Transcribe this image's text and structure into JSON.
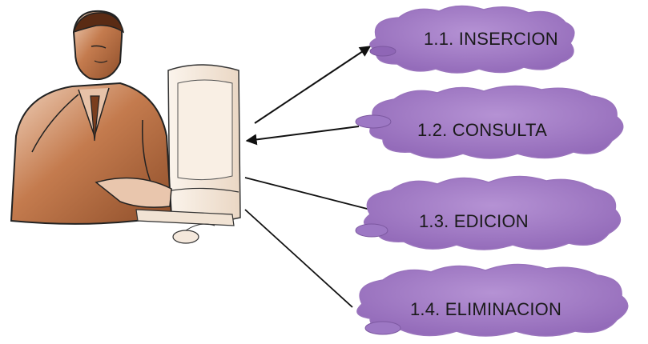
{
  "diagram": {
    "nodes": [
      {
        "id": "n1",
        "label": "1.1. INSERCION"
      },
      {
        "id": "n2",
        "label": "1.2. CONSULTA"
      },
      {
        "id": "n3",
        "label": "1.3. EDICION"
      },
      {
        "id": "n4",
        "label": "1.4. ELIMINACION"
      }
    ],
    "edges": [
      {
        "from": "user",
        "to": "n1",
        "arrow": "to-node"
      },
      {
        "from": "n2",
        "to": "user",
        "arrow": "to-user"
      },
      {
        "from": "user",
        "to": "n3",
        "arrow": "none"
      },
      {
        "from": "user",
        "to": "n4",
        "arrow": "none"
      }
    ],
    "colors": {
      "cloud_fill": "#a77fc8",
      "cloud_stroke": "#9a74bd",
      "skin": "#b06a40",
      "skin_light": "#e9c6ad",
      "monitor": "#f5e9dc",
      "line": "#111111"
    }
  }
}
